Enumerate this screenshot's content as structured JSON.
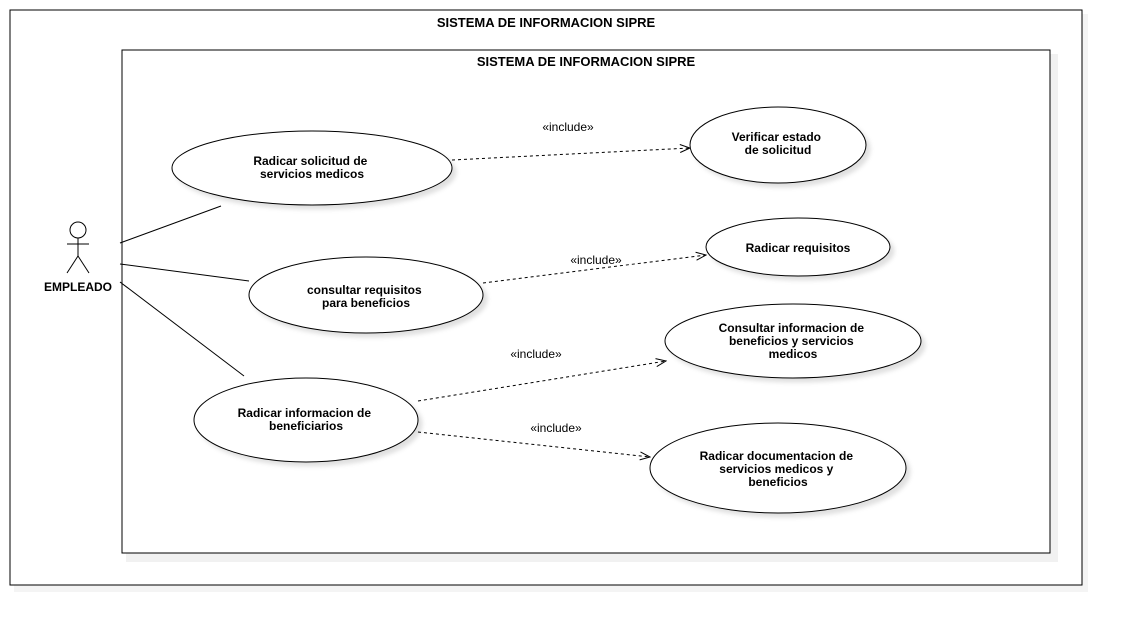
{
  "outer_frame": {
    "title": "SISTEMA DE INFORMACION SIPRE"
  },
  "inner_frame": {
    "title": "SISTEMA DE INFORMACION SIPRE"
  },
  "actor": {
    "name": "EMPLEADO"
  },
  "use_cases": {
    "radicar_solicitud": {
      "lines": [
        "Radicar solicitud  de",
        "servicios medicos"
      ]
    },
    "consultar_requisitos": {
      "lines": [
        "consultar requisitos",
        "para beneficios"
      ]
    },
    "radicar_informacion": {
      "lines": [
        "Radicar informacion de",
        "beneficiarios"
      ]
    },
    "verificar_estado": {
      "lines": [
        "Verificar estado",
        "de solicitud"
      ]
    },
    "radicar_requisitos": {
      "lines": [
        "Radicar requisitos"
      ]
    },
    "consultar_informacion": {
      "lines": [
        "Consultar informacion de",
        "beneficios y servicios",
        "medicos"
      ]
    },
    "radicar_documentacion": {
      "lines": [
        "Radicar documentacion de",
        "servicios medicos y",
        "beneficios"
      ]
    }
  },
  "relations": {
    "include_1": "«include»",
    "include_2": "«include»",
    "include_3": "«include»",
    "include_4": "«include»"
  }
}
